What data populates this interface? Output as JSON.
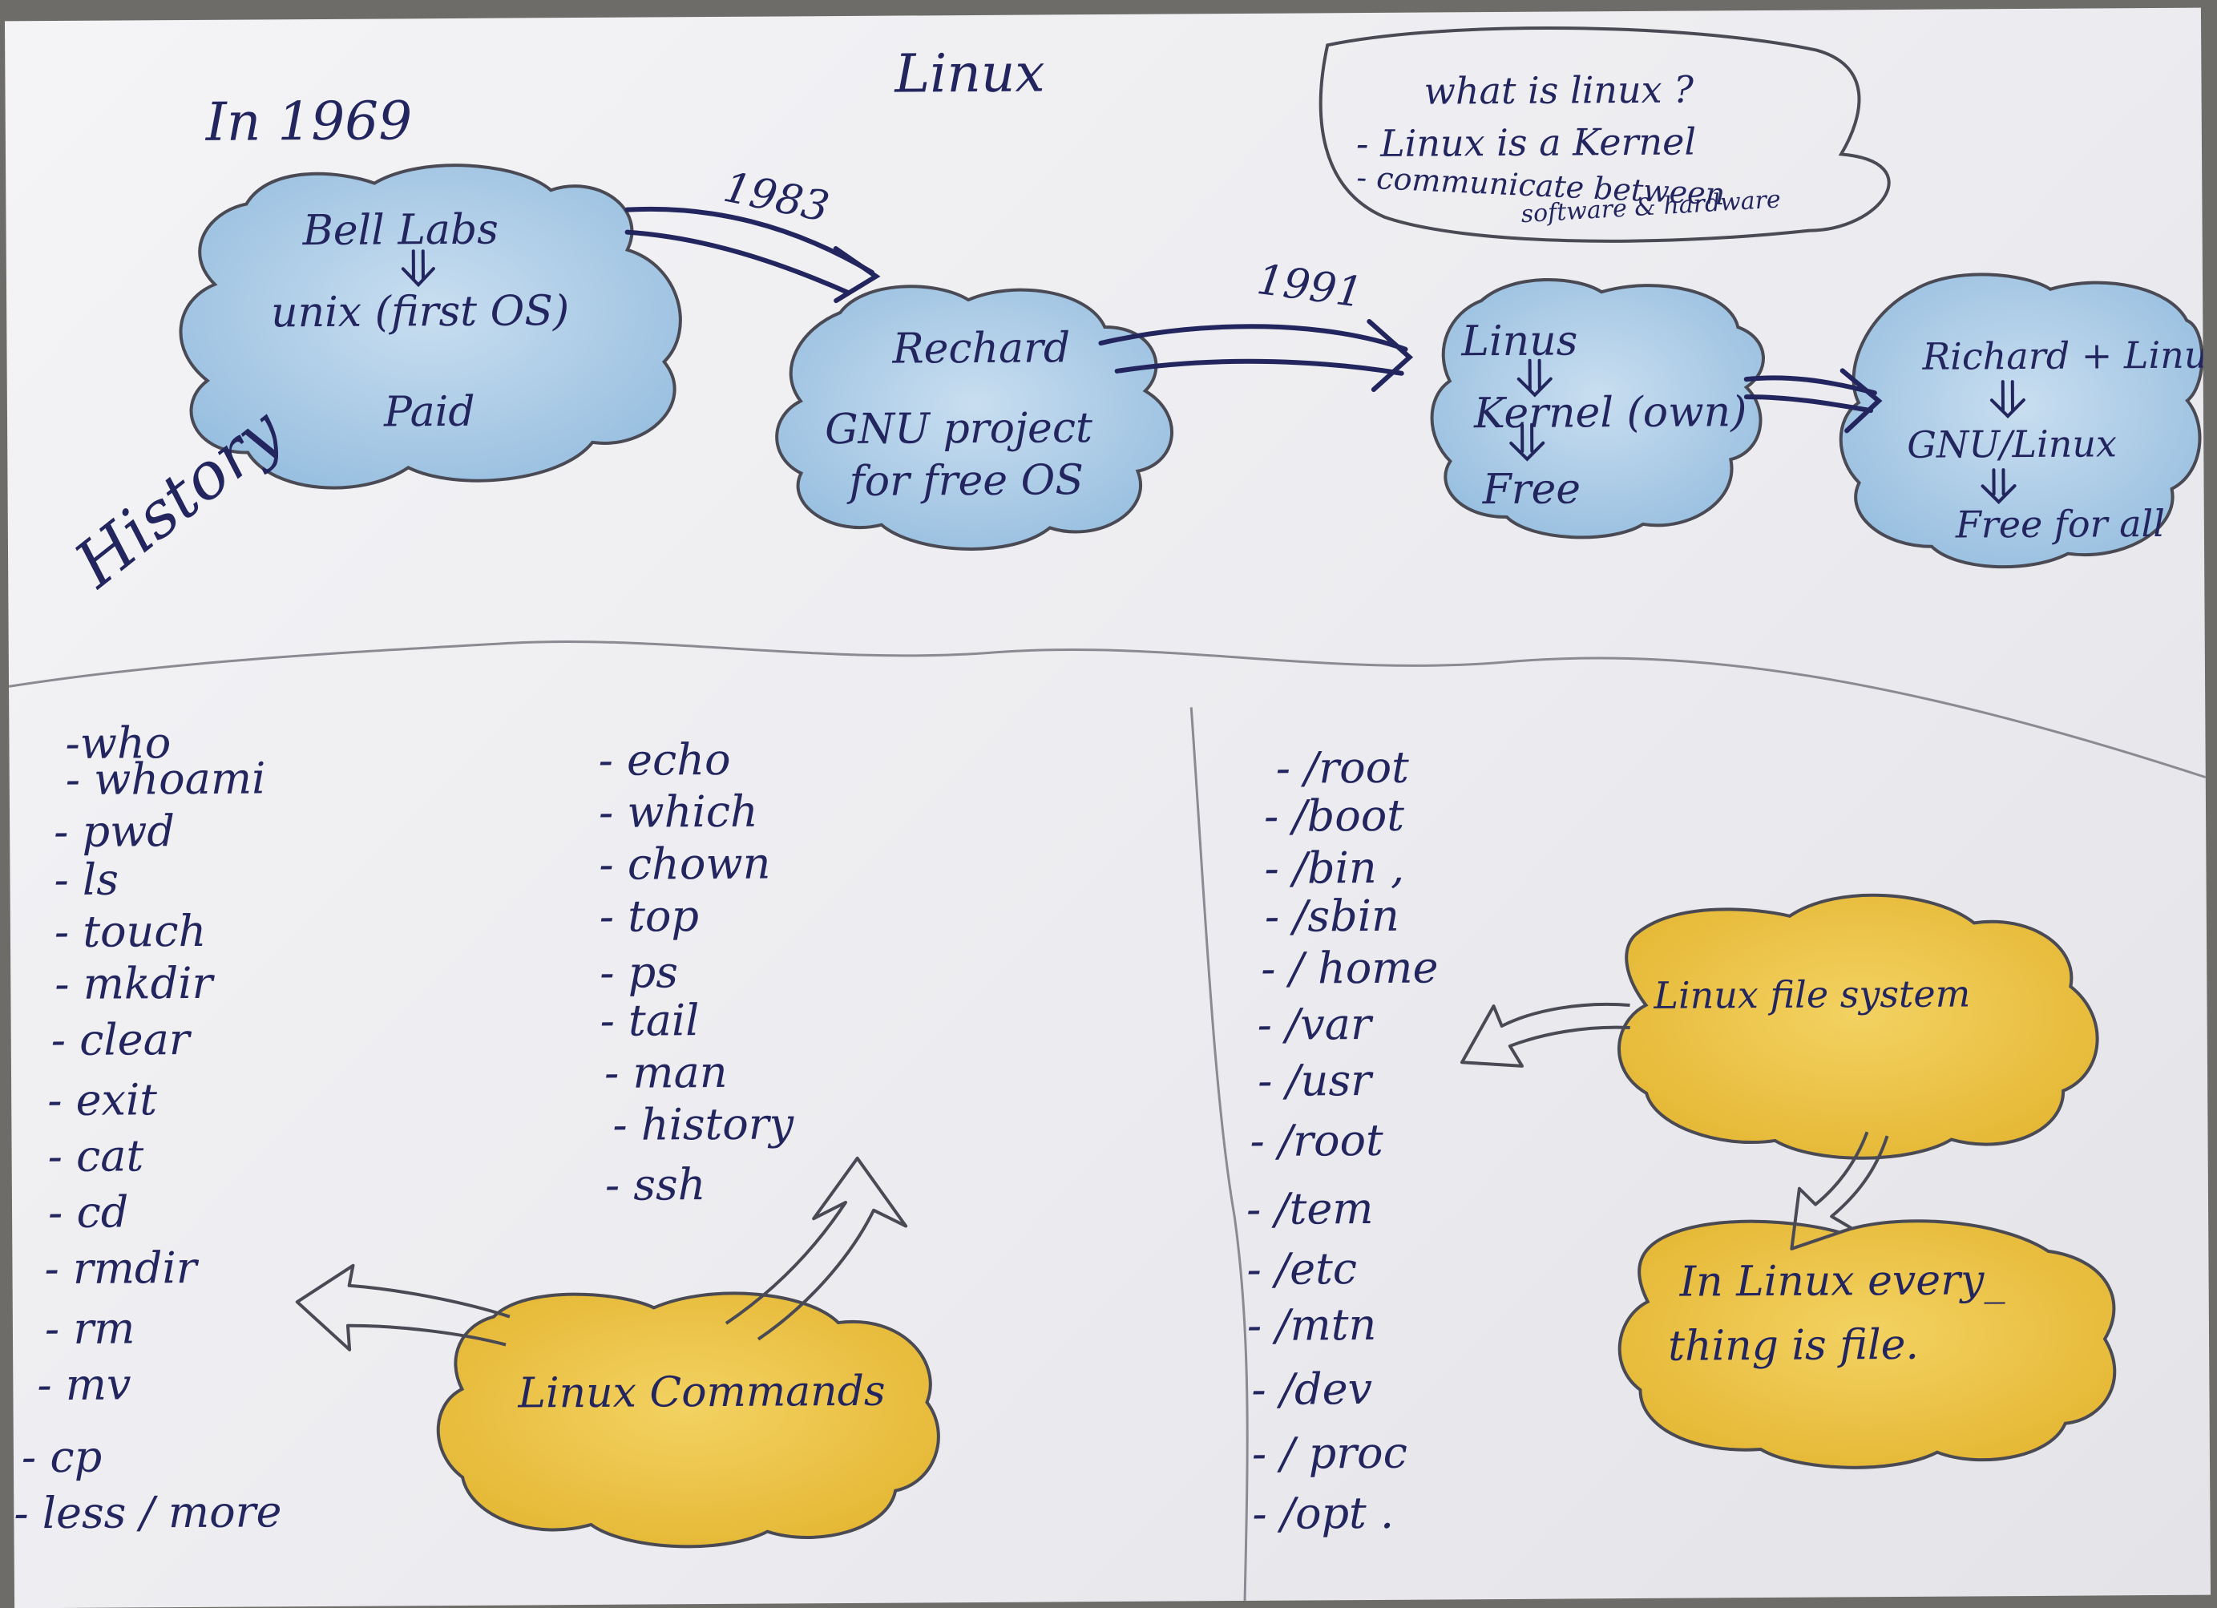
{
  "title": "Linux",
  "history": {
    "label": "History",
    "year_1969": "In 1969",
    "year_1983": "1983",
    "year_1991": "1991",
    "bell_labs": {
      "line1": "Bell Labs",
      "line2": "unix (first OS)",
      "line3": "Paid"
    },
    "richard": {
      "line1": "Rechard",
      "line2": "GNU project",
      "line3": "for free OS"
    },
    "linus": {
      "line1": "Linus",
      "line2": "Kernel (own)",
      "line3": "Free"
    },
    "gnu_linux": {
      "line1": "Richard + Linus",
      "line2": "GNU/Linux",
      "line3": "Free for all"
    }
  },
  "what_is": {
    "question": "what is linux ?",
    "point1": "- Linux is a Kernel",
    "point2": "- communicate between",
    "point3": "software & hardware"
  },
  "commands": {
    "label": "Linux Commands",
    "col1": [
      "-who",
      "- whoami",
      "- pwd",
      "- ls",
      "- touch",
      "- mkdir",
      "- clear",
      "- exit",
      "- cat",
      "- cd",
      "- rmdir",
      "- rm",
      "- mv",
      "- cp",
      "- less / more"
    ],
    "col2": [
      "- echo",
      "- which",
      "- chown",
      "- top",
      "- ps",
      "- tail",
      "- man",
      "- history",
      "- ssh"
    ]
  },
  "filesystem": {
    "label": "Linux file system",
    "note_line1": "In Linux every_",
    "note_line2": "thing is file.",
    "dirs": [
      "- /root",
      "- /boot",
      "- /bin ,",
      "- /sbin",
      "- / home",
      "- /var",
      "- /usr",
      "- /root",
      "- /tem",
      "- /etc",
      "- /mtn",
      "- /dev",
      "- / proc",
      "- /opt ."
    ]
  },
  "colors": {
    "ink": "#23255e",
    "blue_fill": "#a9cbe6",
    "yellow_fill": "#eec84a",
    "outline": "#4a4a55"
  }
}
